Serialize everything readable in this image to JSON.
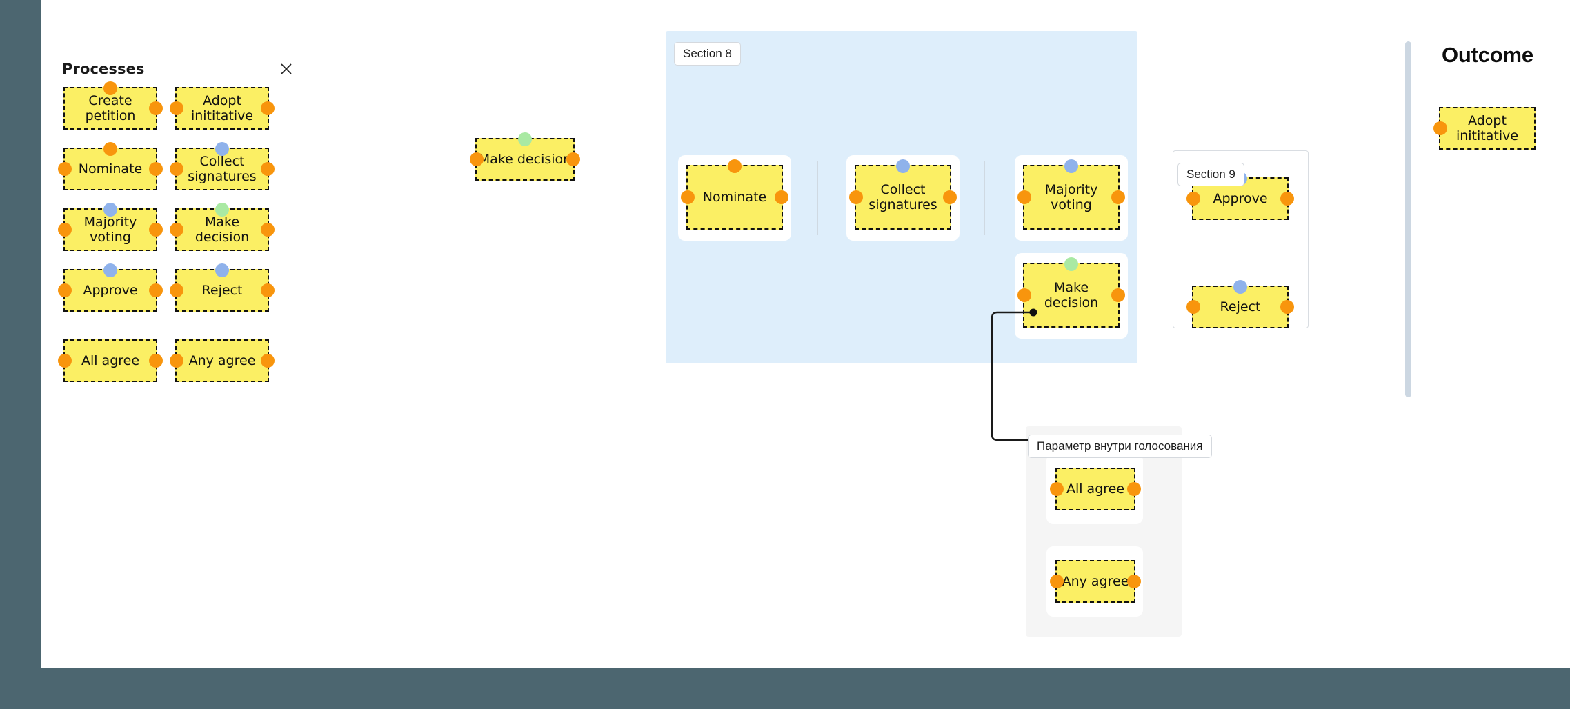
{
  "theme": {
    "app_background": "#4c6670",
    "canvas_background": "#ffffff",
    "node_fill": "#FBEF64",
    "node_border": "#111111",
    "port_orange": "#F8950D",
    "port_blue": "#8FB2EB",
    "port_green": "#A9E9A3",
    "section_blue_fill": "#DEEEFB",
    "section_grey_fill": "#F5F5F5",
    "scrollbar": "#CCD7E2",
    "connector_stroke": "#1a1a1a"
  },
  "palette": {
    "title": "Processes",
    "close_icon": "close-icon",
    "items": [
      {
        "label": "Create\npetition",
        "ports": [
          "top-orange",
          "right-orange"
        ]
      },
      {
        "label": "Adopt\ninititative",
        "ports": [
          "left-orange",
          "right-orange"
        ]
      },
      {
        "label": "Nominate",
        "ports": [
          "top-orange",
          "left-orange",
          "right-orange"
        ]
      },
      {
        "label": "Collect\nsignatures",
        "ports": [
          "top-blue",
          "left-orange",
          "right-orange"
        ]
      },
      {
        "label": "Majority\nvoting",
        "ports": [
          "top-blue",
          "left-orange",
          "right-orange"
        ]
      },
      {
        "label": "Make decision",
        "ports": [
          "top-green",
          "left-orange",
          "right-orange"
        ]
      },
      {
        "label": "Approve",
        "ports": [
          "top-blue",
          "left-orange",
          "right-orange"
        ]
      },
      {
        "label": "Reject",
        "ports": [
          "top-blue",
          "left-orange",
          "right-orange"
        ]
      },
      {
        "label": "All agree",
        "ports": [
          "left-orange",
          "right-orange"
        ]
      },
      {
        "label": "Any agree",
        "ports": [
          "left-orange",
          "right-orange"
        ]
      }
    ]
  },
  "canvas": {
    "floating_node": {
      "label": "Make decision",
      "ports": [
        "top-green",
        "left-orange",
        "right-orange"
      ]
    },
    "section8": {
      "chip_label": "Section 8",
      "nodes": [
        {
          "label": "Nominate",
          "ports": [
            "top-orange",
            "left-orange",
            "right-orange"
          ]
        },
        {
          "label": "Collect\nsignatures",
          "ports": [
            "top-blue",
            "left-orange",
            "right-orange"
          ]
        },
        {
          "label": "Majority\nvoting",
          "ports": [
            "top-blue",
            "left-orange",
            "right-orange"
          ]
        },
        {
          "label": "Make decision",
          "ports": [
            "top-green",
            "left-orange",
            "right-orange"
          ]
        }
      ]
    },
    "section9": {
      "chip_label": "Section 9",
      "nodes": [
        {
          "label": "Approve",
          "ports": [
            "top-blue",
            "left-orange",
            "right-orange"
          ]
        },
        {
          "label": "Reject",
          "ports": [
            "top-blue",
            "left-orange",
            "right-orange"
          ]
        }
      ]
    },
    "voting_param": {
      "chip_label": "Параметр внутри голосования",
      "nodes": [
        {
          "label": "All agree",
          "ports": [
            "left-orange",
            "right-orange"
          ]
        },
        {
          "label": "Any agree",
          "ports": [
            "left-orange",
            "right-orange"
          ]
        }
      ]
    },
    "connector": {
      "name": "make-decision-to-voting-param"
    }
  },
  "outcome": {
    "title": "Outcome",
    "node": {
      "label": "Adopt\ninititative",
      "ports": [
        "left-orange"
      ]
    }
  }
}
